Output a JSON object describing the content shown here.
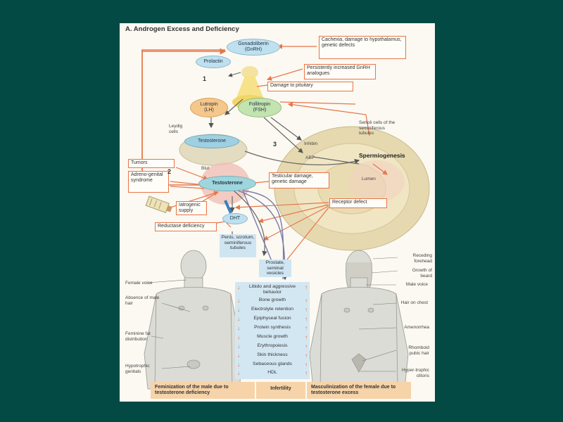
{
  "title": "A. Androgen Excess and Deficiency",
  "hormones": {
    "gnrh": "Gonadoliberin (GnRH)",
    "prolactin": "Prolactin",
    "lh": "Lutropin (LH)",
    "fsh": "Follitropin (FSH)",
    "testosterone_top": "Testosterone",
    "testosterone_blood": "Testosterone",
    "dht": "DHT",
    "blut": "Blut"
  },
  "causes": {
    "cachexia": "Cachexia, damage to hypothalamus, genetic defects",
    "gnrh_analogues": "Persistently increased GnRH analogues",
    "pituitary": "Damage to pituitary",
    "tumors": "Tumors",
    "adrenogenital": "Adreno-genital syndrome",
    "iatrogenic": "Iatrogenic supply",
    "reductase": "Reductase deficiency",
    "testicular": "Testicular damage, genetic damage",
    "receptor": "Receptor defect"
  },
  "labels": {
    "leydig": "Leydig cells",
    "sertoli": "Sertoli cells of the seminiferous tubules",
    "inhibin": "Inhibin",
    "abp": "ABP",
    "spermiogenesis": "Spermiogenesis",
    "lumen": "Lumen",
    "num1": "1",
    "num2": "2",
    "num3": "3"
  },
  "targets": {
    "penis": "Penis, scrotum, seminiferous tubules",
    "prostate": "Prostate, seminal vesicles"
  },
  "effects": [
    "Libido and aggressive behavior",
    "Bone growth",
    "Electrolyte retention",
    "Epiphyseal fusion",
    "Protein synthesis",
    "Muscle growth",
    "Erythropoiesis",
    "Skin thickness",
    "Sebaceous glands",
    "HDL"
  ],
  "male_labels": {
    "voice": "Female voice",
    "hair": "Absence of male hair",
    "fat": "Feminine fat distribution",
    "genitals": "Hypotrophic genitals"
  },
  "female_labels": {
    "forehead": "Receding forehead",
    "beard": "Growth of beard",
    "voice": "Male voice",
    "chest": "Hair on chest",
    "amenorrhea": "Amenorrhea",
    "pubic": "Rhomboid pubic hair",
    "clitoris": "Hyper-trophic clitoris"
  },
  "footer": {
    "left": "Feminization of the male due to testosterone deficiency",
    "center": "Infertility",
    "right": "Masculinization of the female due to testosterone excess"
  },
  "colors": {
    "background": "#034a44",
    "accent": "#e8754a",
    "effects_panel": "#d3e7f3",
    "footer": "#f6d3a8"
  }
}
